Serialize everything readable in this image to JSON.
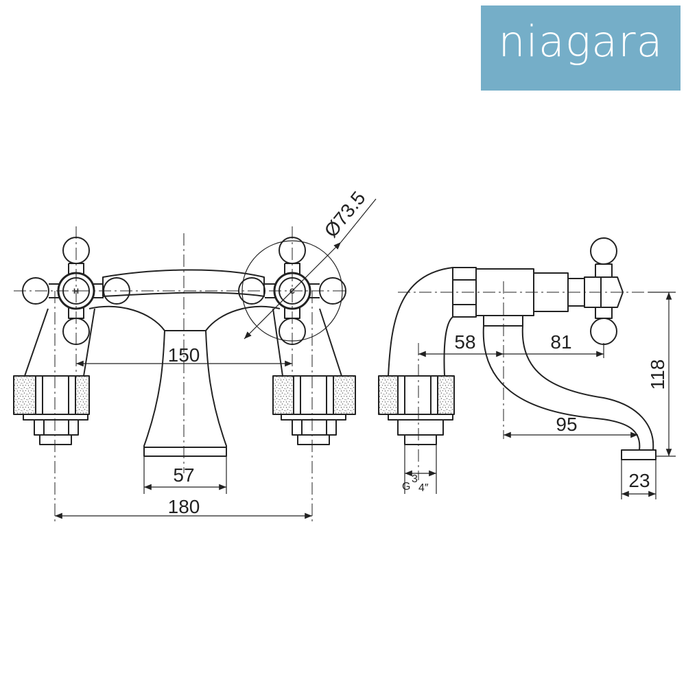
{
  "brand": {
    "name": "niagara",
    "color": "#75aec8"
  },
  "front_view": {
    "handle_left_label": "H",
    "handle_right_label": "C",
    "dim_diameter": "Ø73.5",
    "dim_150": "150",
    "dim_57": "57",
    "dim_180": "180"
  },
  "side_view": {
    "dim_58": "58",
    "dim_81": "81",
    "dim_118": "118",
    "dim_95": "95",
    "dim_23": "23",
    "thread_g": "G",
    "thread_num": "3",
    "thread_den": "4″"
  }
}
